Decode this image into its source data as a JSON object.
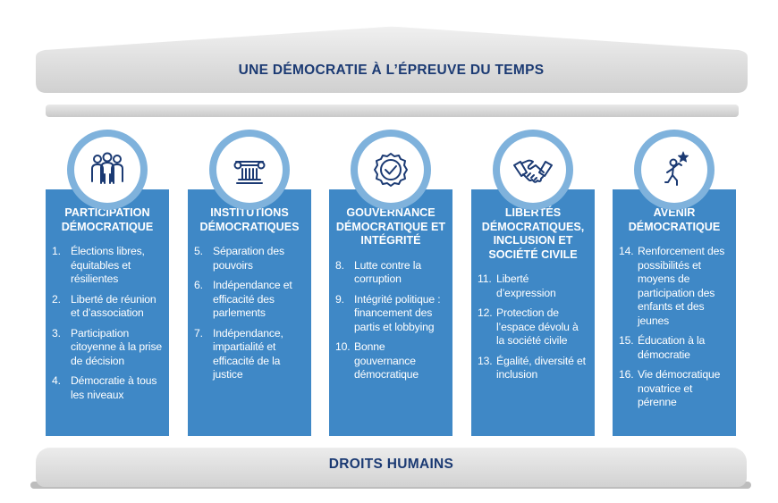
{
  "roof": {
    "title": "UNE DÉMOCRATIE À L’ÉPREUVE DU TEMPS"
  },
  "base": {
    "title": "DROITS HUMAINS"
  },
  "pillars": [
    {
      "icon": "people-group-icon",
      "title": "PARTICIPATION DÉMOCRATIQUE",
      "items": [
        {
          "num": "1.",
          "text": "Élections libres, équitables et résilientes"
        },
        {
          "num": "2.",
          "text": "Liberté de réunion et d’association"
        },
        {
          "num": "3.",
          "text": "Participation citoyenne à la prise de décision"
        },
        {
          "num": "4.",
          "text": "Démocratie à tous les niveaux"
        }
      ]
    },
    {
      "icon": "ionic-column-icon",
      "title": "INSTITUTIONS DÉMOCRATIQUES",
      "items": [
        {
          "num": "5.",
          "text": "Séparation des pouvoirs"
        },
        {
          "num": "6.",
          "text": "Indépendance et efficacité des parlements"
        },
        {
          "num": "7.",
          "text": "Indépendance, impartialité et efficacité de la justice"
        }
      ]
    },
    {
      "icon": "seal-check-icon",
      "title": "GOUVERNANCE DÉMOCRATIQUE ET INTÉGRITÉ",
      "items": [
        {
          "num": "8.",
          "text": "Lutte contre la corruption"
        },
        {
          "num": "9.",
          "text": "Intégrité politique : financement des partis et lobbying"
        },
        {
          "num": "10.",
          "text": "Bonne gouvernance démocratique"
        }
      ]
    },
    {
      "icon": "handshake-icon",
      "title": "LIBERTÉS DÉMOCRATIQUES, INCLUSION ET SOCIÉTÉ CIVILE",
      "items": [
        {
          "num": "11.",
          "text": "Liberté d’expression"
        },
        {
          "num": "12.",
          "text": "Protection de l’espace dévolu à la société civile"
        },
        {
          "num": "13.",
          "text": "Égalité, diversité et inclusion"
        }
      ]
    },
    {
      "icon": "person-star-icon",
      "title": "AVENIR DÉMOCRATIQUE",
      "items": [
        {
          "num": "14.",
          "text": "Renforcement des possibilités et moyens de participation des enfants et des jeunes"
        },
        {
          "num": "15.",
          "text": "Éducation à la démocratie"
        },
        {
          "num": "16.",
          "text": "Vie démocratique novatrice et pérenne"
        }
      ]
    }
  ],
  "colors": {
    "pillar": "#3f88c6",
    "ring": "#7fb2dc",
    "title": "#1b3a73",
    "stone": "#d9d9d9"
  }
}
